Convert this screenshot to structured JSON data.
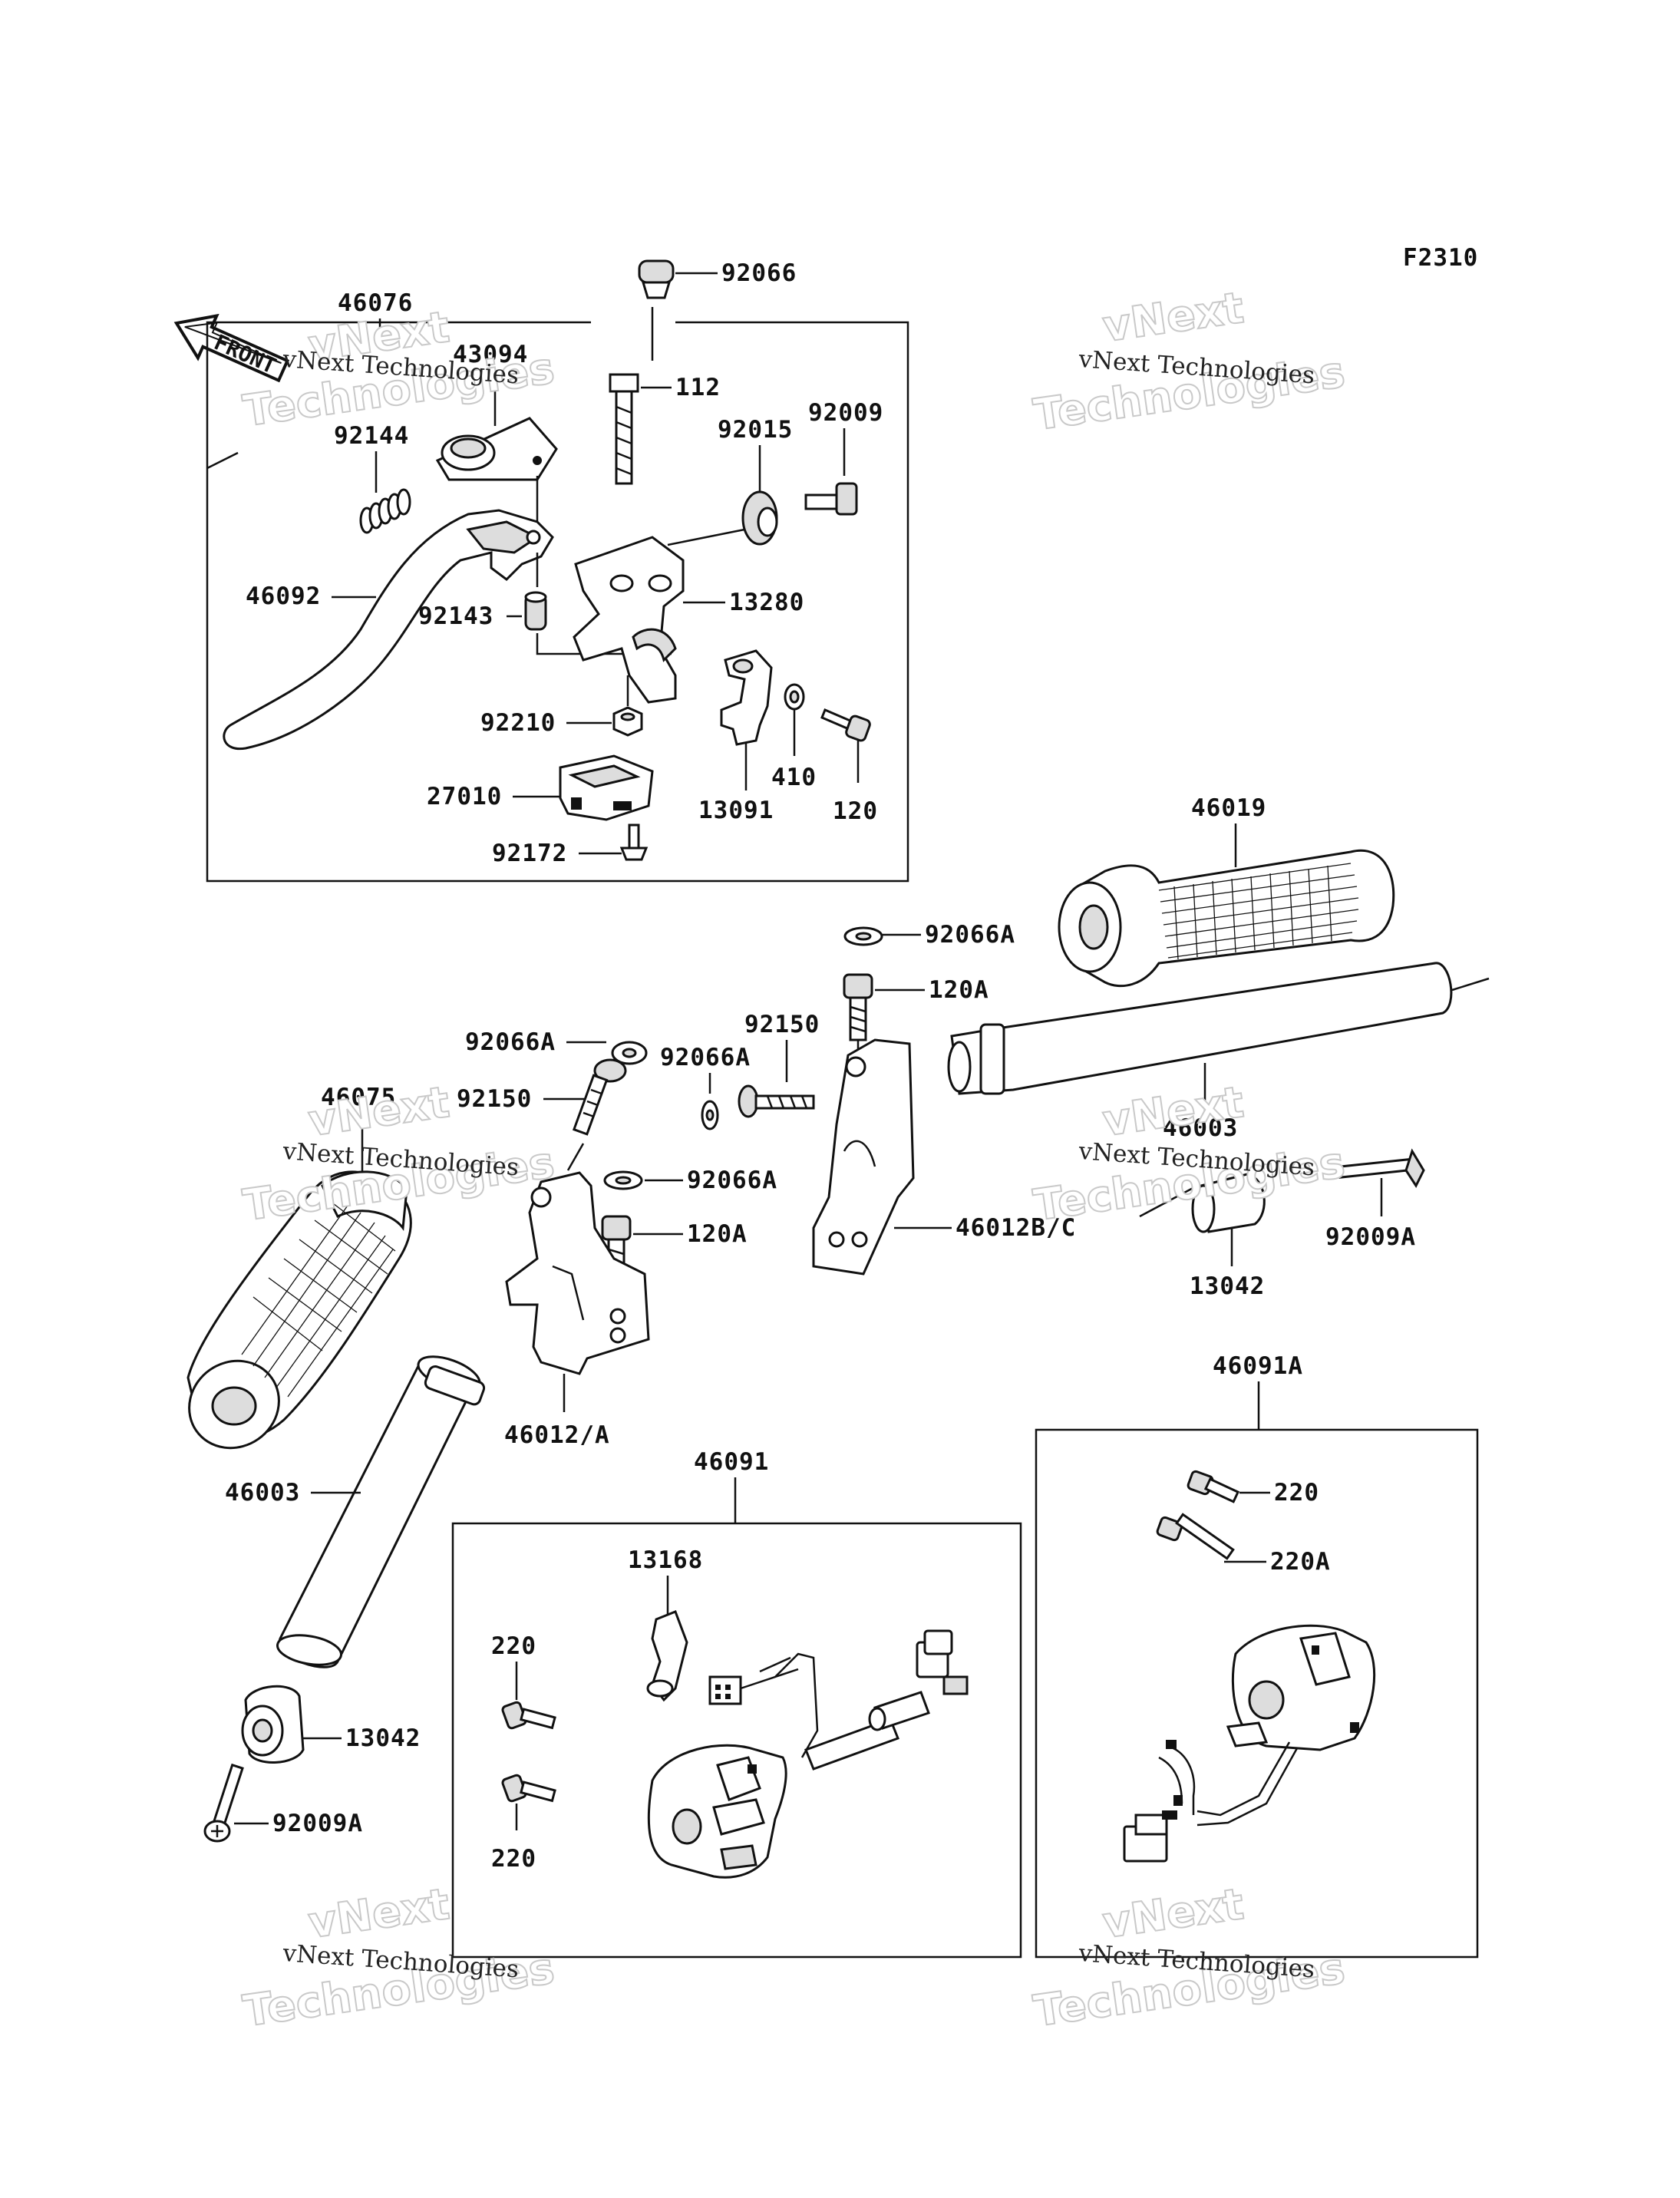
{
  "figure_code": "F2310",
  "front_arrow_label": "FRONT",
  "watermark": {
    "line1": "vNext Technologies",
    "line2": "vNext",
    "line3": "Technologies"
  },
  "labels": {
    "p92066": "92066",
    "p46076": "46076",
    "p43094": "43094",
    "p112": "112",
    "p92015": "92015",
    "p92009": "92009",
    "p92144": "92144",
    "p46092": "46092",
    "p92143": "92143",
    "p13280": "13280",
    "p92210": "92210",
    "p410": "410",
    "p13091": "13091",
    "p120": "120",
    "p27010": "27010",
    "p92172": "92172",
    "p46019": "46019",
    "p92066A_1": "92066A",
    "p120A_1": "120A",
    "p92150_1": "92150",
    "p92066A_2": "92066A",
    "p92066A_3": "92066A",
    "p46003_1": "46003",
    "p46075": "46075",
    "p92150_2": "92150",
    "p92066A_4": "92066A",
    "p120A_2": "120A",
    "p46012BC": "46012B/C",
    "p92009A_1": "92009A",
    "p13042_1": "13042",
    "p46091A": "46091A",
    "p46012A": "46012/A",
    "p46091": "46091",
    "p46003_2": "46003",
    "p13168": "13168",
    "p220_1": "220",
    "p220_2": "220",
    "p220A": "220A",
    "p220_3": "220",
    "p13042_2": "13042",
    "p92009A_2": "92009A"
  }
}
